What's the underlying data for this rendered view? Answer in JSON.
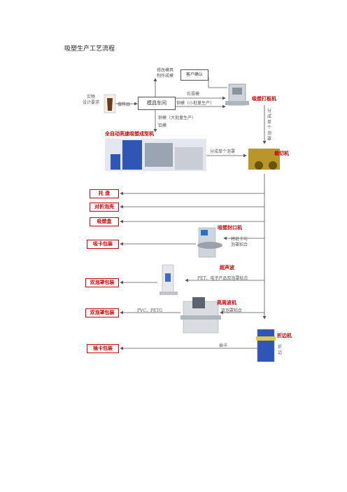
{
  "title": "吸塑生产工艺流程",
  "nodes": {
    "sample": "实物\n设计要求",
    "wood_mold": "做样品",
    "mold_workshop": "模具车间",
    "customer_confirm": "客户确认",
    "revise_mold": "修改模具\n制作成模",
    "plaster_mold": "石膏模",
    "copper_mold": "铜模（小批量生产）",
    "copper_mass": "铜模（大批量生产）",
    "alu_mold": "铝模",
    "cut_single": "分成单个泡罩",
    "cut_single_v": "分成单个泡罩",
    "card_paper": "将纸卡与\n泡罩粘合",
    "pet_bond": "PET、电子产品双泡罩粘合",
    "double_bond": "双泡罩粘合",
    "pvc_petg": "PVC、PETG",
    "insert": "插卡",
    "fold_edge": "折边"
  },
  "machines": {
    "blister_press": "吸塑打板机",
    "full_auto": "全自动高速吸塑成型机",
    "cutter": "裁切机",
    "blister_sealer": "吸塑封口机",
    "ultrasonic": "超声波",
    "hf_welder": "高周波机",
    "edge_folder": "折边机"
  },
  "outputs": [
    "托 盘",
    "对折泡壳",
    "吸塑盒",
    "吸卡包装",
    "双泡罩包装",
    "双泡罩包装",
    "插卡包装"
  ]
}
